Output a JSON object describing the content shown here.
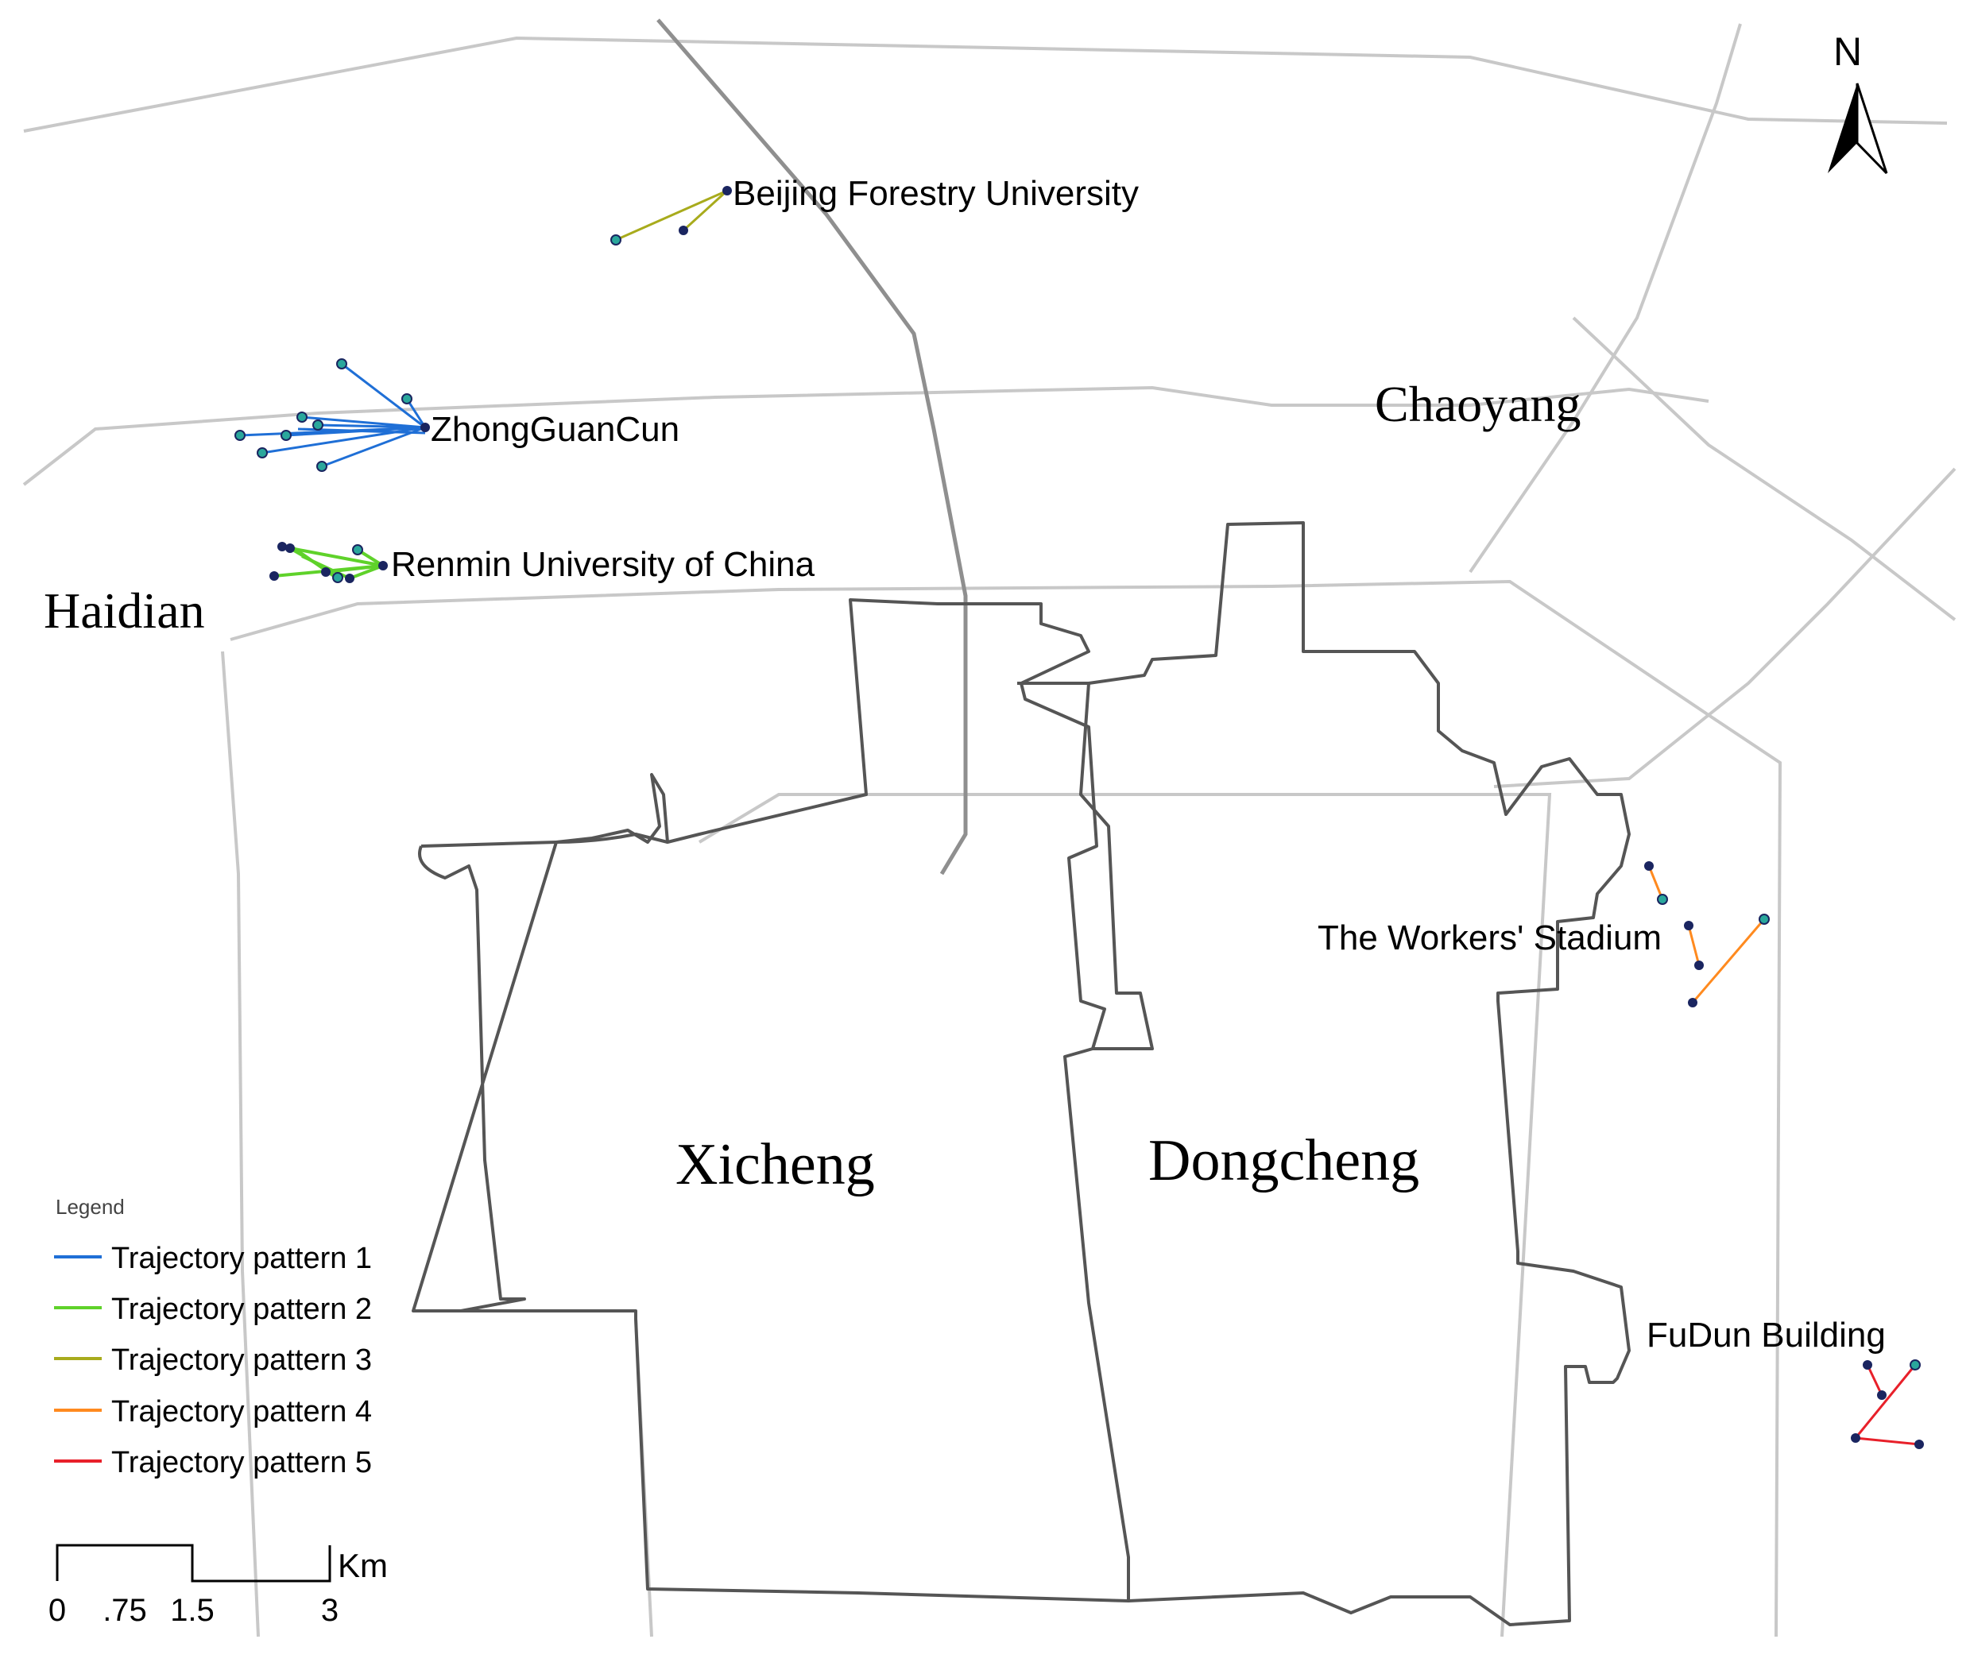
{
  "district_labels": {
    "haidian": "Haidian",
    "chaoyang": "Chaoyang",
    "xicheng": "Xicheng",
    "dongcheng": "Dongcheng"
  },
  "place_labels": {
    "forestry": "Beijing Forestry University",
    "zhongguancun": "ZhongGuanCun",
    "renmin": "Renmin University of China",
    "workers": "The Workers' Stadium",
    "fudun": "FuDun Building"
  },
  "north_arrow": {
    "label": "N"
  },
  "legend": {
    "title": "Legend",
    "items": [
      {
        "label": "Trajectory pattern 1",
        "color": "#1f6fd6"
      },
      {
        "label": "Trajectory pattern 2",
        "color": "#5fd22a"
      },
      {
        "label": "Trajectory pattern 3",
        "color": "#a8ab1c"
      },
      {
        "label": "Trajectory pattern 4",
        "color": "#ff8a1f"
      },
      {
        "label": "Trajectory pattern 5",
        "color": "#e8202a"
      }
    ]
  },
  "scale_bar": {
    "unit": "Km",
    "ticks": [
      "0",
      ".75",
      "1.5",
      "3"
    ]
  },
  "colors": {
    "district_boundary": "#555555",
    "road": "#c8c8c8",
    "point_dark": "#1a2560",
    "point_teal": "#2aa79c"
  }
}
